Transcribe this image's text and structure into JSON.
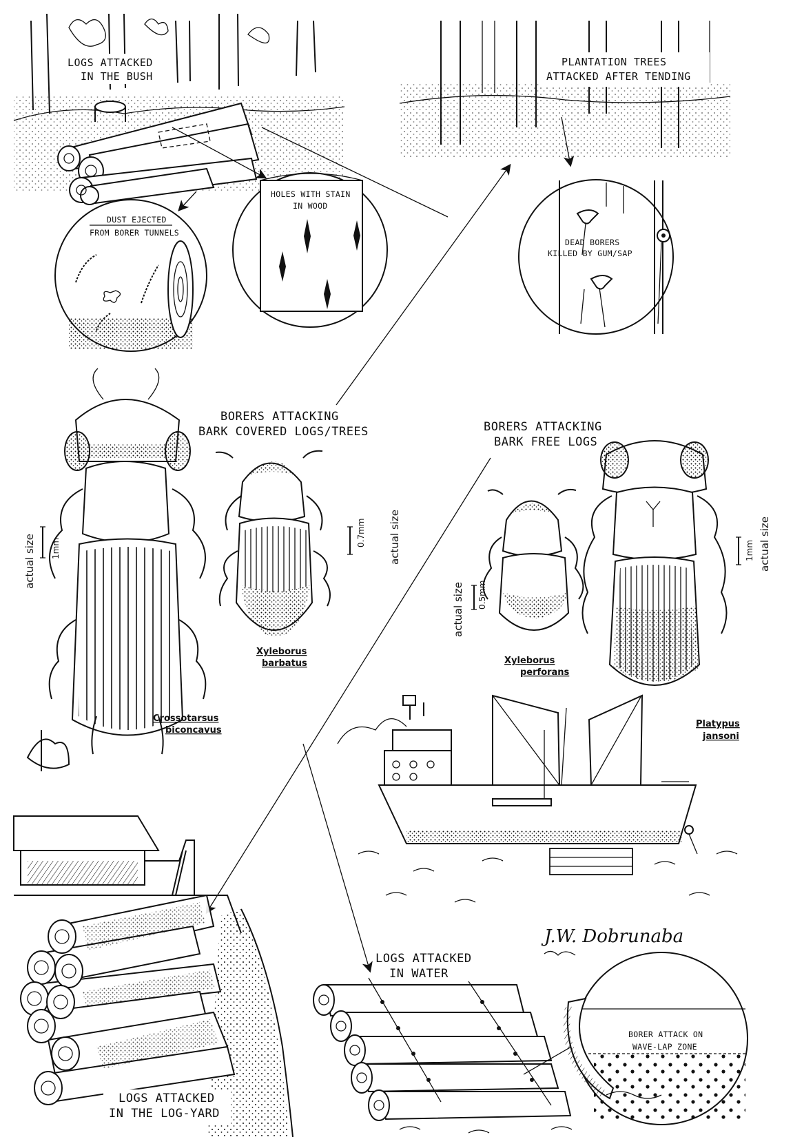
{
  "scenes": {
    "bush": {
      "title_line1": "LOGS ATTACKED",
      "title_line2": "IN THE BUSH"
    },
    "plantation": {
      "title_line1": "PLANTATION TREES",
      "title_line2": "ATTACKED AFTER TENDING"
    },
    "water": {
      "title_line1": "LOGS ATTACKED",
      "title_line2": "IN WATER"
    },
    "logyard": {
      "title_line1": "LOGS ATTACKED",
      "title_line2": "IN THE LOG-YARD"
    }
  },
  "insets": {
    "dust": {
      "line1": "DUST EJECTED",
      "line2": "FROM BORER TUNNELS"
    },
    "holes": {
      "line1": "HOLES WITH STAIN",
      "line2": "IN WOOD"
    },
    "dead": {
      "line1": "DEAD BORERS",
      "line2": "KILLED BY GUM/SAP"
    },
    "wavelap": {
      "line1": "BORER ATTACK ON",
      "line2": "WAVE-LAP ZONE"
    }
  },
  "groups": {
    "bark_covered": {
      "line1": "BORERS ATTACKING",
      "line2": "BARK COVERED LOGS/TREES"
    },
    "bark_free": {
      "line1": "BORERS ATTACKING",
      "line2": "BARK FREE LOGS"
    }
  },
  "species": {
    "crossotarsus": {
      "genus": "Crossotarsus",
      "epithet": "biconcavus",
      "size": "1mm"
    },
    "xyleborus_barbatus": {
      "genus": "Xyleborus",
      "epithet": "barbatus",
      "size": "0.7mm"
    },
    "xyleborus_perforans": {
      "genus": "Xyleborus",
      "epithet": "perforans",
      "size": "0.5mm"
    },
    "platypus": {
      "genus": "Platypus",
      "epithet": "jansoni",
      "size": "1mm"
    }
  },
  "actual_size_label": "actual size",
  "signature": "J.W. Dobrunaba"
}
